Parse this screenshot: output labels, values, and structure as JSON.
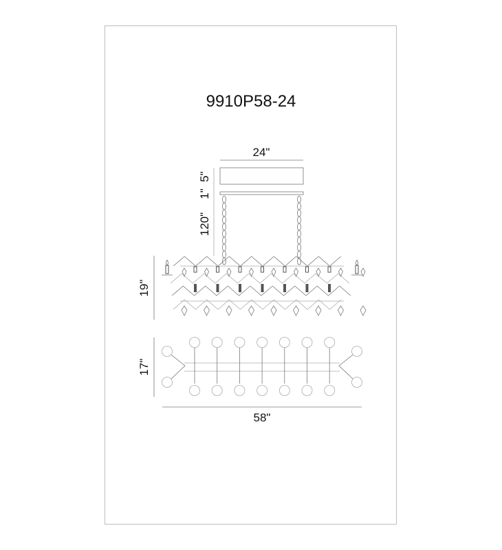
{
  "title": "9910P58-24",
  "dimensions": {
    "canopy_width": "24\"",
    "canopy_height": "5\"",
    "plate_height": "1\"",
    "chain_length": "120\"",
    "body_height": "19\"",
    "depth": "17\"",
    "width": "58\""
  },
  "colors": {
    "line": "#777777",
    "text": "#111111",
    "frame": "#bdbdbd"
  }
}
